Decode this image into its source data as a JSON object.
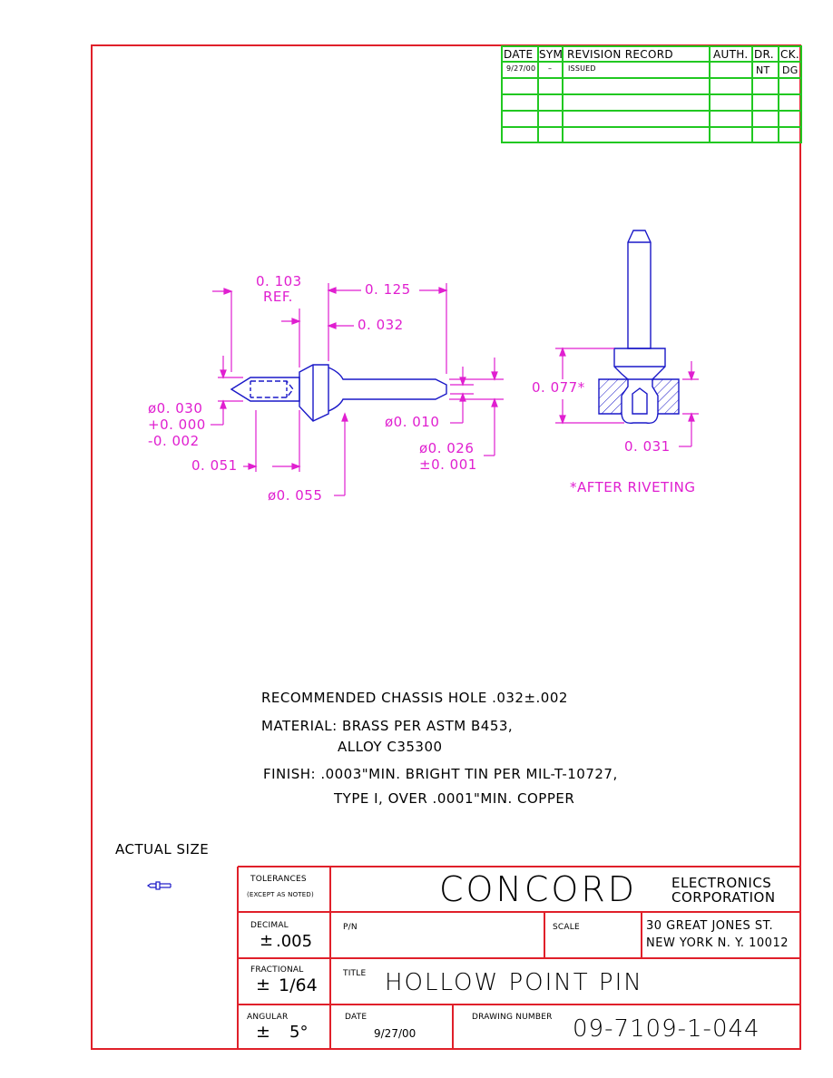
{
  "revision_table": {
    "headers": [
      "DATE",
      "SYM",
      "REVISION RECORD",
      "AUTH.",
      "DR.",
      "CK."
    ],
    "rows": [
      [
        "9/27/00",
        "–",
        "ISSUED",
        "",
        "NT",
        "DG"
      ],
      [
        "",
        "",
        "",
        "",
        "",
        ""
      ],
      [
        "",
        "",
        "",
        "",
        "",
        ""
      ],
      [
        "",
        "",
        "",
        "",
        "",
        ""
      ],
      [
        "",
        "",
        "",
        "",
        "",
        ""
      ]
    ]
  },
  "dimensions": {
    "ref_103": "0. 103",
    "ref_label": "REF.",
    "d_125": "0. 125",
    "d_032": "0. 032",
    "dia_030": "ø0. 030",
    "tol_plus": "+0. 000",
    "tol_minus": "-0. 002",
    "dia_010": "ø0. 010",
    "dia_026": "ø0. 026",
    "tol_026": "±0. 001",
    "d_051": "0. 051",
    "dia_055": "ø0. 055",
    "d_077": "0. 077*",
    "d_031": "0. 031",
    "after_riveting": "*AFTER RIVETING"
  },
  "notes": {
    "hole": "RECOMMENDED CHASSIS HOLE .032±.002",
    "material_1": "MATERIAL: BRASS PER ASTM B453,",
    "material_2": "ALLOY C35300",
    "finish_1": "FINISH: .0003\"MIN. BRIGHT TIN PER MIL-T-10727,",
    "finish_2": "TYPE I, OVER .0001\"MIN. COPPER"
  },
  "actual_size_label": "ACTUAL SIZE",
  "title_block": {
    "tolerances_1": "TOLERANCES",
    "tolerances_2": "(EXCEPT AS NOTED)",
    "company": "CONCORD",
    "company_sub_1": "ELECTRONICS",
    "company_sub_2": "CORPORATION",
    "decimal_label": "DECIMAL",
    "decimal_pm": "±",
    "decimal_value": ".005",
    "pn_label": "P/N",
    "scale_label": "SCALE",
    "address_1": "30 GREAT JONES ST.",
    "address_2": "NEW YORK N. Y.  10012",
    "fractional_label": "FRACTIONAL",
    "fractional_pm": "±",
    "fractional_value": "1/64",
    "title_label": "TITLE",
    "title_value": "HOLLOW POINT PIN",
    "angular_label": "ANGULAR",
    "angular_pm": "±",
    "angular_value": "5°",
    "date_label": "DATE",
    "date_value": "9/27/00",
    "drawing_number_label": "DRAWING NUMBER",
    "drawing_number": "09-7109-1-044"
  },
  "colors": {
    "border": "#e0202a",
    "grid": "#21c821",
    "part": "#1a18c8",
    "dimension": "#e01fd0",
    "text": "#000000"
  }
}
